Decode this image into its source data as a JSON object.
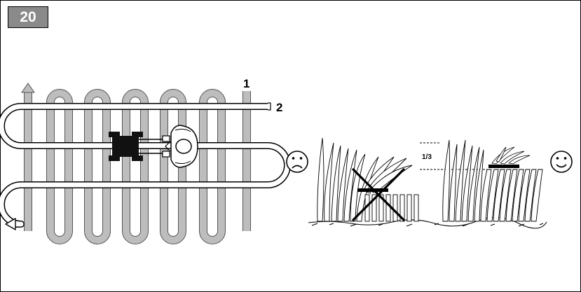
{
  "figure": {
    "number": "20"
  },
  "labels": {
    "callout_1": "1",
    "callout_2": "2",
    "cut_fraction": "1/3"
  },
  "icons": {
    "sad_face": "sad-face-icon",
    "happy_face": "happy-face-icon",
    "mower": "ride-on-mower-icon"
  },
  "colors": {
    "path_gray": "#bdbdbd",
    "outline": "#000000",
    "badge": "#8a8a8a"
  }
}
